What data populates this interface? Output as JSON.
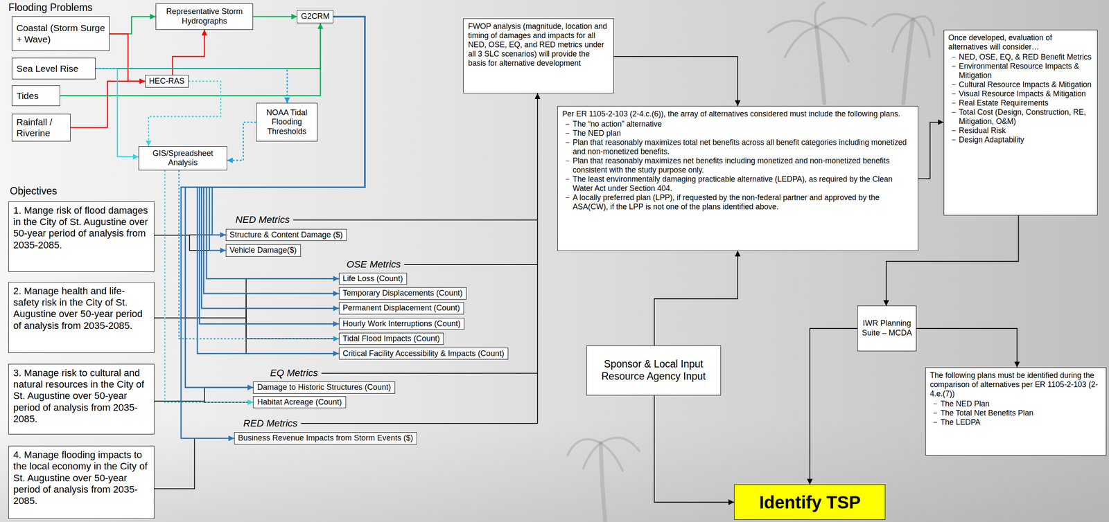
{
  "diagram": {
    "nodes": [
      {
        "text": [
          "Coastal (Storm Surge + Wave)"
        ]
      },
      {
        "text": [
          "Representative Storm Hydrographs"
        ]
      },
      {
        "text": [
          "G2CRM"
        ]
      },
      {
        "text": [
          "Sea Level Rise"
        ]
      },
      {
        "text": [
          "HEC-RAS"
        ]
      },
      {
        "text": [
          "Tides"
        ]
      },
      {
        "text": [
          "NOAA Tidal Flooding Thresholds"
        ]
      },
      {
        "text": [
          "Rainfall / Riverine"
        ]
      },
      {
        "text": [
          "GIS/Spreadsheet Analysis"
        ]
      },
      {
        "text": [
          "1. Mange risk of flood damages in the City of St. Augustine over 50-year period of analysis from 2035-2085."
        ]
      },
      {
        "text": [
          "2. Manage health and life-safety risk in the City of St. Augustine over 50-year period of analysis from 2035-2085."
        ]
      },
      {
        "text": [
          "3. Manage risk to cultural and natural resources in the City of St. Augustine over 50-year period of analysis from 2035-2085."
        ]
      },
      {
        "text": [
          "4. Manage flooding impacts to the local economy in the City of St. Augustine over 50-year period of analysis from 2035-2085."
        ]
      },
      {
        "text": [
          "Structure & Content Damage ($)"
        ]
      },
      {
        "text": [
          "Vehicle Damage($)"
        ]
      },
      {
        "text": [
          "Life Loss (Count)"
        ]
      },
      {
        "text": [
          "Temporary Displacements (Count)"
        ]
      },
      {
        "text": [
          "Permanent Displacement (Count)"
        ]
      },
      {
        "text": [
          "Hourly Work Interruptions (Count)"
        ]
      },
      {
        "text": [
          "Tidal Flood Impacts (Count)"
        ]
      },
      {
        "text": [
          "Critical Facility Accessibility & Impacts (Count)"
        ]
      },
      {
        "text": [
          "Damage to Historic Structures (Count)"
        ]
      },
      {
        "text": [
          "Habitat Acreage (Count)"
        ]
      },
      {
        "text": [
          "Business Revenue Impacts from Storm Events ($)"
        ]
      },
      {
        "text": [
          "FWOP analysis (magnitude, location and timing of damages and impacts for all NED, OSE, EQ, and RED metrics under all 3 SLC scenarios) will provide the basis for alternative development"
        ]
      },
      {
        "text": [
          "Per ER 1105-2-103 (2-4.c.(6)), the array of alternatives considered must include the following plans.",
          "The “no action” alternative",
          "The NED plan",
          "Plan that reasonably maximizes total net benefits across all benefit categories including monetized and non-monetized benefits.",
          "Plan that reasonably maximizes net benefits including monetized and non-monetized benefits consistent with the study purpose only.",
          "The least environmentally damaging practicable alternative (LEDPA), as required by the Clean Water Act under Section 404.",
          "A locally preferred plan (LPP), if requested by the non-federal partner and approved by the ASA(CW), if the LPP is not one of the plans identified above."
        ]
      },
      {
        "text": [
          "Sponsor & Local Input Resource Agency Input"
        ]
      },
      {
        "text": [
          "Once developed, evaluation of alternatives will consider…",
          "NED, OSE, EQ, & RED Benefit Metrics",
          "Environmental Resource Impacts & Mitigation",
          "Cultural Resource Impacts & Mitigation",
          "Visual Resource Impacts & Mitigation",
          "Real Estate Requirements",
          "Total Cost (Design, Construction, RE, Mitigation, O&M)",
          "Residual Risk",
          "Design Adaptability"
        ]
      },
      {
        "text": [
          "IWR Planning Suite – MCDA"
        ]
      },
      {
        "text": [
          "The following plans must be identified during the comparison of alternatives per ER 1105-2-103 (2-4.e.(7))",
          "The NED Plan",
          "The Total Net Benefits Plan",
          "The LEDPA"
        ]
      },
      {
        "text": [
          "Identify TSP"
        ]
      }
    ],
    "edges": [
      {
        "from": 0,
        "to": 1,
        "arrow": "to"
      },
      {
        "from": 0,
        "to": 4,
        "arrow": "to"
      },
      {
        "from": 7,
        "to": 4,
        "arrow": "to"
      },
      {
        "from": 4,
        "to": 1,
        "arrow": "to"
      },
      {
        "from": 1,
        "to": 2,
        "arrow": "to"
      },
      {
        "from": 3,
        "to": 2,
        "arrow": "to"
      },
      {
        "from": 5,
        "to": 2,
        "arrow": "to"
      },
      {
        "from": 3,
        "to": 8,
        "arrow": "to"
      },
      {
        "from": 4,
        "to": 8,
        "arrow": "to"
      },
      {
        "from": 3,
        "to": 6,
        "arrow": "to"
      },
      {
        "from": 6,
        "to": 8,
        "arrow": "to"
      },
      {
        "from": 2,
        "to": 13,
        "arrow": "to"
      },
      {
        "from": 2,
        "to": 14,
        "arrow": "to"
      },
      {
        "from": 2,
        "to": 15,
        "arrow": "to"
      },
      {
        "from": 2,
        "to": 16,
        "arrow": "to"
      },
      {
        "from": 2,
        "to": 17,
        "arrow": "to"
      },
      {
        "from": 2,
        "to": 18,
        "arrow": "to"
      },
      {
        "from": 2,
        "to": 20,
        "arrow": "to"
      },
      {
        "from": 2,
        "to": 21,
        "arrow": "to"
      },
      {
        "from": 2,
        "to": 23,
        "arrow": "to"
      },
      {
        "from": 8,
        "to": 19,
        "arrow": "to"
      },
      {
        "from": 8,
        "to": 22,
        "arrow": "to"
      },
      {
        "from": 9,
        "to": 13,
        "arrow": "none"
      },
      {
        "from": 9,
        "to": 14,
        "arrow": "none"
      },
      {
        "from": 10,
        "to": 15,
        "arrow": "none"
      },
      {
        "from": 10,
        "to": 16,
        "arrow": "none"
      },
      {
        "from": 10,
        "to": 17,
        "arrow": "none"
      },
      {
        "from": 10,
        "to": 18,
        "arrow": "none"
      },
      {
        "from": 10,
        "to": 19,
        "arrow": "none"
      },
      {
        "from": 10,
        "to": 20,
        "arrow": "none"
      },
      {
        "from": 11,
        "to": 21,
        "arrow": "none"
      },
      {
        "from": 11,
        "to": 22,
        "arrow": "none"
      },
      {
        "from": 12,
        "to": 23,
        "arrow": "none"
      },
      {
        "from": 24,
        "to": 25,
        "arrow": "to"
      },
      {
        "from": 26,
        "to": 25,
        "arrow": "to"
      },
      {
        "from": 26,
        "to": 30,
        "arrow": "to"
      },
      {
        "from": 25,
        "to": 27,
        "arrow": "to"
      },
      {
        "from": 27,
        "to": 28,
        "arrow": "to"
      },
      {
        "from": 28,
        "to": 29,
        "arrow": "to"
      },
      {
        "from": 28,
        "to": 30,
        "arrow": "to"
      }
    ],
    "labels": [
      "Flooding Problems",
      "Objectives",
      "NED Metrics",
      "OSE Metrics",
      "EQ Metrics",
      "RED Metrics"
    ]
  }
}
